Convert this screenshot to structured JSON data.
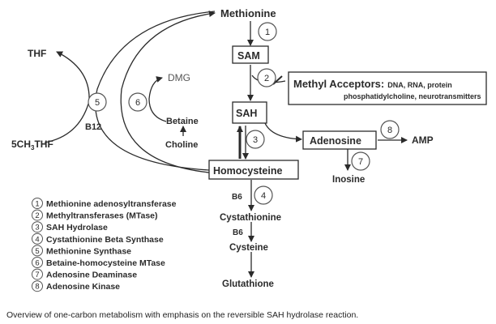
{
  "nodes": {
    "methionine": "Methionine",
    "sam": "SAM",
    "sah": "SAH",
    "homocysteine": "Homocysteine",
    "adenosine": "Adenosine",
    "amp": "AMP",
    "inosine": "Inosine",
    "thf": "THF",
    "methyl_thf": "5CH",
    "methyl_thf_sub": "3",
    "methyl_thf_end": "THF",
    "dmg": "DMG",
    "betaine": "Betaine",
    "choline": "Choline",
    "cystathionine": "Cystathionine",
    "cysteine": "Cysteine",
    "glutathione": "Glutathione"
  },
  "methyl_acceptors": {
    "title": "Methyl Acceptors:",
    "line1": "DNA, RNA, protein",
    "line2": "phosphatidylcholine, neurotransmitters"
  },
  "cofactors": {
    "b12": "B12",
    "b6_a": "B6",
    "b6_b": "B6"
  },
  "step_numbers": [
    "1",
    "2",
    "3",
    "4",
    "5",
    "6",
    "7",
    "8"
  ],
  "legend": [
    {
      "num": "1",
      "label": "Methionine adenosyltransferase"
    },
    {
      "num": "2",
      "label": "Methyltransferases (MTase)"
    },
    {
      "num": "3",
      "label": "SAH Hydrolase"
    },
    {
      "num": "4",
      "label": "Cystathionine Beta Synthase"
    },
    {
      "num": "5",
      "label": "Methionine Synthase"
    },
    {
      "num": "6",
      "label": "Betaine-homocysteine MTase"
    },
    {
      "num": "7",
      "label": "Adenosine Deaminase"
    },
    {
      "num": "8",
      "label": "Adenosine Kinase"
    }
  ],
  "caption": "Overview of one-carbon metabolism with emphasis on the reversible SAH hydrolase reaction."
}
